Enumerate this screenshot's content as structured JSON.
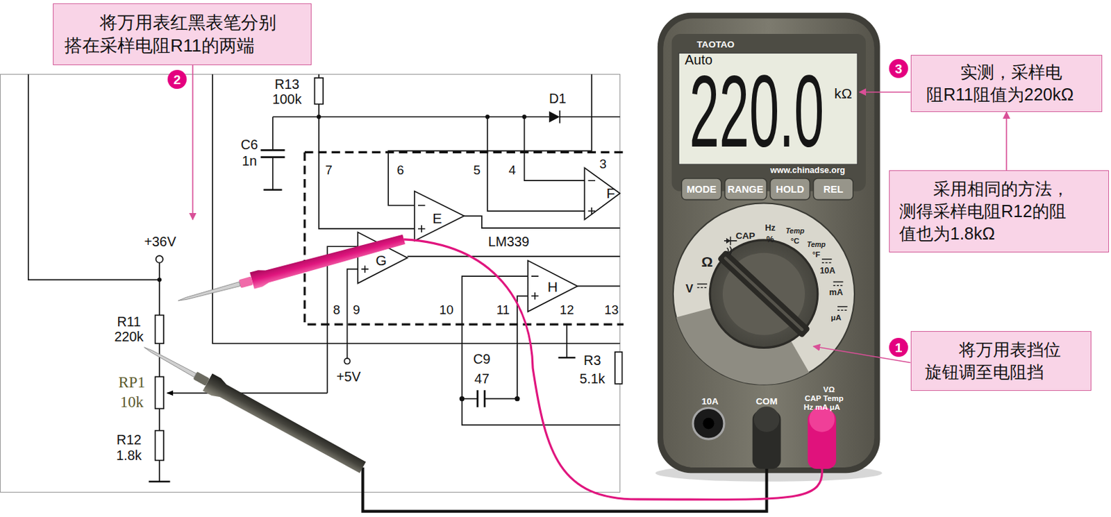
{
  "diagram": {
    "nodes": [
      {
        "text": [
          "将万用表红黑表笔分别搭在采样电阻R11的两端"
        ]
      },
      {
        "text": [
          "2"
        ]
      },
      {
        "text": [
          "3"
        ]
      },
      {
        "text": [
          "实测，采样电阻R11阻值为220kΩ"
        ]
      },
      {
        "text": [
          "采用相同的方法，测得采样电阻R12的阻值也为1.8kΩ"
        ]
      },
      {
        "text": [
          "1"
        ]
      },
      {
        "text": [
          "将万用表挡位旋钮调至电阻挡"
        ]
      }
    ],
    "edges": [
      {
        "from": 4,
        "to": 3,
        "arrow": "to"
      }
    ],
    "labels": [
      "R13",
      "100k",
      "D1",
      "C6",
      "1n",
      "7",
      "6",
      "5",
      "4",
      "3",
      "E",
      "F",
      "LM339",
      "G",
      "H",
      "+36V",
      "R11",
      "220k",
      "RP1",
      "10k",
      "R12",
      "1.8k",
      "8",
      "9",
      "10",
      "11",
      "12",
      "13",
      "+5V",
      "C9",
      "47",
      "R3",
      "5.1k",
      "TAOTAO",
      "Auto",
      "220.0",
      "kΩ",
      "www.chinadse.org",
      "MODE",
      "RANGE",
      "HOLD",
      "REL",
      "V",
      "Ω",
      "CAP",
      "Hz",
      "%",
      "Temp",
      "°C",
      "Temp",
      "°F",
      "10A",
      "mA",
      "μA",
      "10A",
      "COM",
      "VΩ",
      "CAP Temp",
      "Hz mA μA"
    ]
  }
}
